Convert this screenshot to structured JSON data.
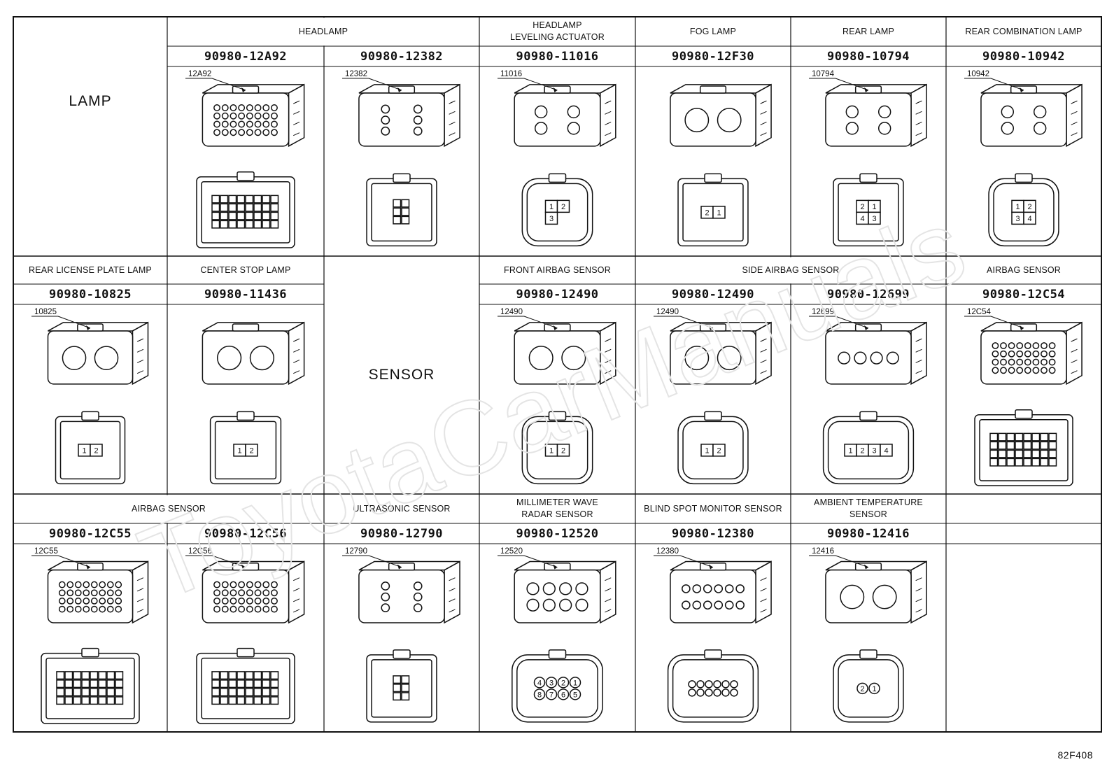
{
  "figure_id": "82F408",
  "groups": {
    "lamp": "LAMP",
    "sensor": "SENSOR"
  },
  "rows": [
    {
      "captions": [
        {
          "text": "HEADLAMP",
          "span": [
            1,
            2
          ]
        },
        {
          "text": "HEADLAMP\nLEVELING ACTUATOR",
          "span": [
            3,
            3
          ]
        },
        {
          "text": "FOG LAMP",
          "span": [
            4,
            4
          ]
        },
        {
          "text": "REAR LAMP",
          "span": [
            5,
            5
          ]
        },
        {
          "text": "REAR COMBINATION LAMP",
          "span": [
            6,
            6
          ]
        }
      ],
      "parts": [
        {
          "col": 1,
          "number": "90980-12A92",
          "callout": "12A92",
          "style": "large-multi"
        },
        {
          "col": 2,
          "number": "90980-12382",
          "callout": "12382",
          "style": "tall-6"
        },
        {
          "col": 3,
          "number": "90980-11016",
          "callout": "11016",
          "style": "round-3",
          "pins": [
            "1",
            "2",
            "3"
          ]
        },
        {
          "col": 4,
          "number": "90980-12F30",
          "callout": "",
          "style": "box-2",
          "pins": [
            "2",
            "1"
          ]
        },
        {
          "col": 5,
          "number": "90980-10794",
          "callout": "10794",
          "style": "box-4",
          "pins": [
            "2",
            "1",
            "4",
            "3"
          ]
        },
        {
          "col": 6,
          "number": "90980-10942",
          "callout": "10942",
          "style": "round-4",
          "pins": [
            "1",
            "2",
            "3",
            "4"
          ]
        }
      ]
    },
    {
      "captions": [
        {
          "text": "REAR LICENSE PLATE LAMP",
          "span": [
            0,
            0
          ]
        },
        {
          "text": "CENTER STOP LAMP",
          "span": [
            1,
            1
          ]
        },
        {
          "text": "FRONT AIRBAG SENSOR",
          "span": [
            3,
            3
          ]
        },
        {
          "text": "SIDE AIRBAG SENSOR",
          "span": [
            4,
            5
          ]
        },
        {
          "text": "AIRBAG SENSOR",
          "span": [
            6,
            6
          ]
        }
      ],
      "parts": [
        {
          "col": 0,
          "number": "90980-10825",
          "callout": "10825",
          "style": "box-2",
          "pins": [
            "1",
            "2"
          ]
        },
        {
          "col": 1,
          "number": "90980-11436",
          "callout": "",
          "style": "box-2",
          "pins": [
            "1",
            "2"
          ]
        },
        {
          "col": 3,
          "number": "90980-12490",
          "callout": "12490",
          "style": "airbag-2",
          "pins": [
            "1",
            "2"
          ]
        },
        {
          "col": 4,
          "number": "90980-12490",
          "callout": "12490",
          "style": "airbag-2",
          "pins": [
            "1",
            "2"
          ]
        },
        {
          "col": 5,
          "number": "90980-12699",
          "callout": "12699",
          "style": "row-4",
          "pins": [
            "1",
            "2",
            "3",
            "4"
          ]
        },
        {
          "col": 6,
          "number": "90980-12C54",
          "callout": "12C54",
          "style": "grid-multi"
        }
      ]
    },
    {
      "captions": [
        {
          "text": "AIRBAG SENSOR",
          "span": [
            0,
            1
          ]
        },
        {
          "text": "ULTRASONIC SENSOR",
          "span": [
            2,
            2
          ]
        },
        {
          "text": "MILLIMETER WAVE\nRADAR SENSOR",
          "span": [
            3,
            3
          ]
        },
        {
          "text": "BLIND SPOT MONITOR SENSOR",
          "span": [
            4,
            4
          ]
        },
        {
          "text": "AMBIENT TEMPERATURE\nSENSOR",
          "span": [
            5,
            5
          ]
        },
        {
          "text": "",
          "span": [
            6,
            6
          ]
        }
      ],
      "parts": [
        {
          "col": 0,
          "number": "90980-12C55",
          "callout": "12C55",
          "style": "grid-multi"
        },
        {
          "col": 1,
          "number": "90980-12C56",
          "callout": "12C56",
          "style": "grid-multi"
        },
        {
          "col": 2,
          "number": "90980-12790",
          "callout": "12790",
          "style": "tall-6"
        },
        {
          "col": 3,
          "number": "90980-12520",
          "callout": "12520",
          "style": "round-8",
          "pins": [
            "4",
            "3",
            "2",
            "1",
            "8",
            "7",
            "6",
            "5"
          ]
        },
        {
          "col": 4,
          "number": "90980-12380",
          "callout": "12380",
          "style": "round-12"
        },
        {
          "col": 5,
          "number": "90980-12416",
          "callout": "12416",
          "style": "round-2",
          "pins": [
            "2",
            "1"
          ]
        }
      ]
    }
  ],
  "watermark": "ToyotaCarManuals"
}
